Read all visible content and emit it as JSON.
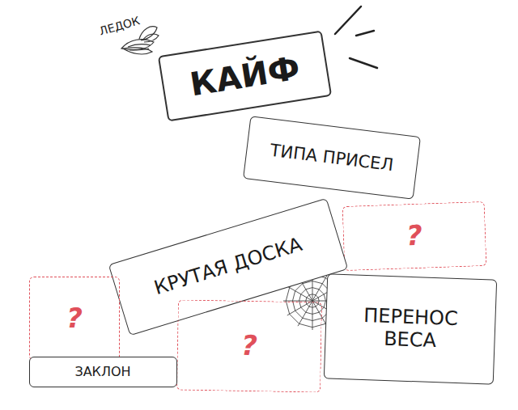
{
  "diagram": {
    "nodes": [
      {
        "text": [
          "КАЙФ"
        ]
      },
      {
        "text": [
          "ТИПА ПРИСЕЛ"
        ]
      },
      {
        "text": [
          "?"
        ]
      },
      {
        "text": [
          "КРУТАЯ ДОСКА"
        ]
      },
      {
        "text": [
          "?"
        ]
      },
      {
        "text": [
          "?"
        ]
      },
      {
        "text": [
          "ПЕРЕНОС ВЕСА"
        ]
      },
      {
        "text": [
          "ЗАКЛОН"
        ]
      }
    ],
    "labels": [
      "ЛЕДОК"
    ]
  }
}
